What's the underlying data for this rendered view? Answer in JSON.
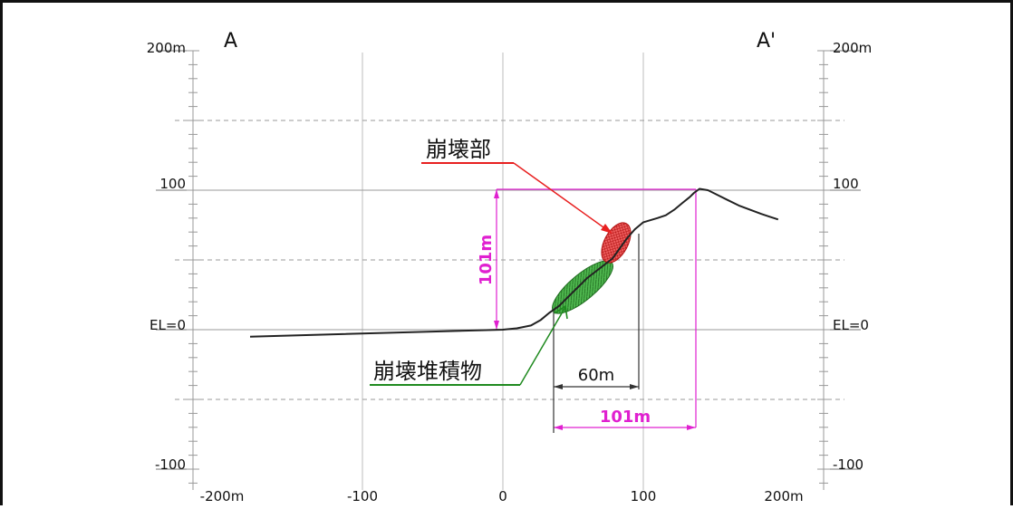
{
  "section": {
    "start_label": "A",
    "end_label": "A'"
  },
  "elevation_axis": {
    "left": {
      "top": "200m",
      "mid": "100",
      "zero": "EL=0",
      "bottom": "-100"
    },
    "right": {
      "top": "200m",
      "mid": "100",
      "zero": "EL=0",
      "bottom": "-100"
    }
  },
  "distance_axis": {
    "ticks": [
      "-200m",
      "-100",
      "0",
      "100",
      "200m"
    ]
  },
  "terrain_profile": {
    "x_m": [
      -180,
      0,
      10,
      20,
      27,
      33,
      40,
      60,
      78,
      88,
      94,
      100,
      110,
      116,
      122,
      128,
      133,
      136,
      140,
      146,
      152,
      160,
      168,
      176,
      184,
      190,
      196
    ],
    "el_m": [
      -5,
      0,
      1,
      3,
      7,
      12,
      17,
      37,
      51,
      65,
      72,
      77,
      80,
      82,
      86,
      91,
      95,
      98,
      101,
      100,
      97,
      93,
      89,
      86,
      83,
      81,
      79
    ]
  },
  "annotations": {
    "collapse_zone_label": "崩壊部",
    "deposit_label": "崩壊堆積物",
    "height_dim": "101m",
    "inner_distance_dim": "60m",
    "outer_distance_dim": "101m"
  },
  "colors": {
    "collapse": "#e82020",
    "deposit": "#1f8a1f",
    "dimension": "#e020d0",
    "terrain": "#222222"
  }
}
